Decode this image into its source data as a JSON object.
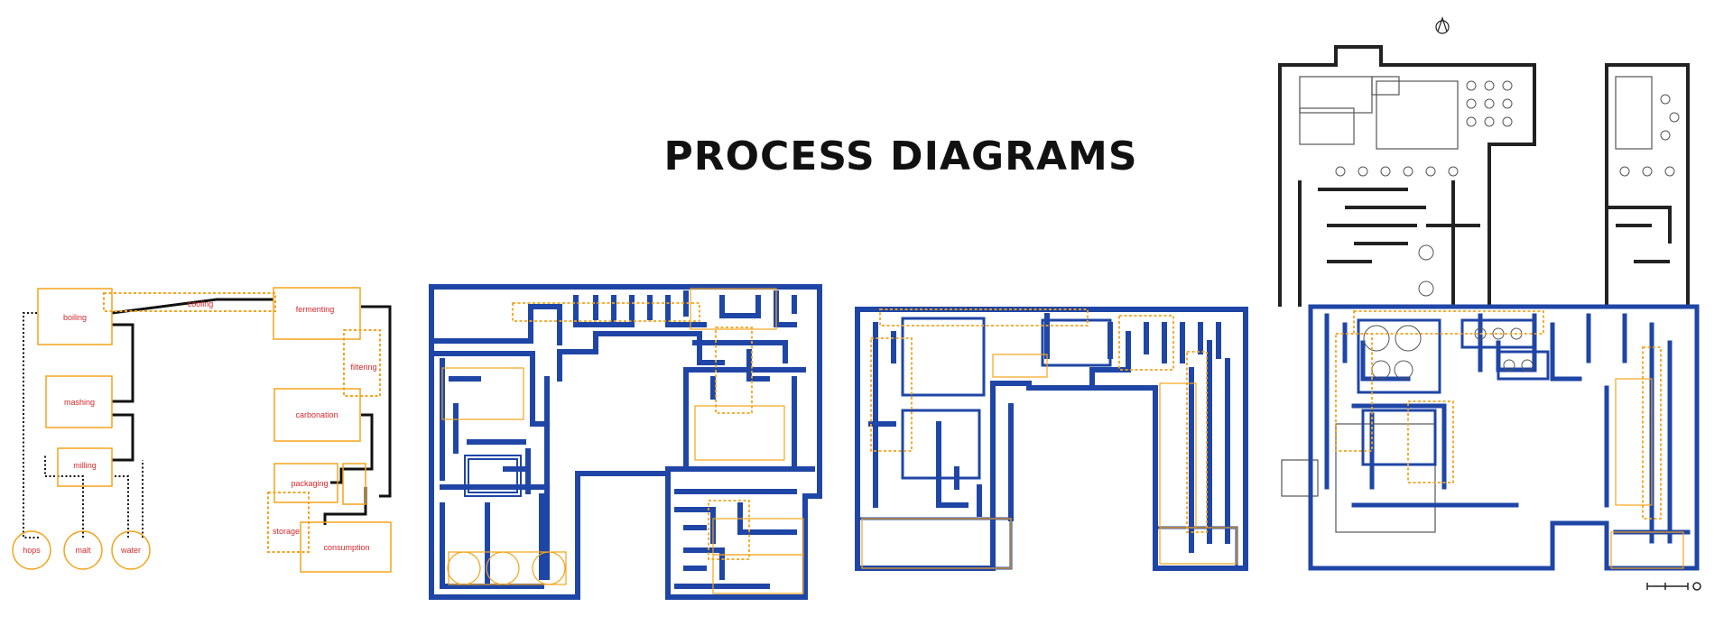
{
  "title": "PROCESS DIAGRAMS",
  "colors": {
    "accent_orange": "#f5a31a",
    "label_red": "#d6282b",
    "maze_blue": "#1f46a6",
    "plan_black": "#222222"
  },
  "process_flow": {
    "steps": {
      "boiling": "boiling",
      "cooling": "cooling",
      "fermenting": "fermenting",
      "filtering": "filtering",
      "mashing": "mashing",
      "carbonation": "carbonation",
      "milling": "milling",
      "packaging": "packaging",
      "storage": "storage",
      "consumption": "consumption"
    },
    "ingredients": {
      "hops": "hops",
      "malt": "malt",
      "water": "water"
    }
  },
  "icons": {
    "north_arrow": "north-arrow-icon",
    "scale_bar": "scale-bar-icon"
  }
}
